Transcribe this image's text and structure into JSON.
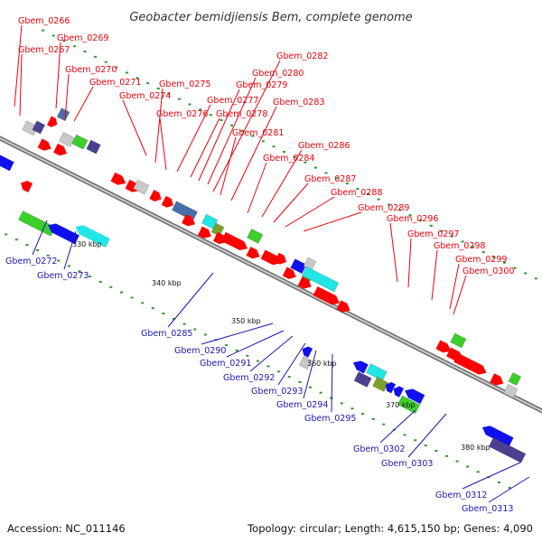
{
  "title": "Geobacter bemidjiensis Bem, complete genome",
  "footer": {
    "accession": "Accession: NC_011146",
    "topology": "Topology: circular; Length: 4,615,150 bp; Genes: 4,090"
  },
  "colors": {
    "forward_label": "#e8000b",
    "reverse_label": "#1a16b0",
    "backbone": "#8c8c8c",
    "ticks": "#2a9a2a",
    "feature_red": "#ff0000",
    "feature_blue": "#1010ee",
    "feature_green": "#3ccf2c",
    "feature_cyan": "#22e6e6",
    "feature_slate": "#4a6fa8",
    "feature_purple": "#4b3f8f",
    "feature_olive": "#7fa028",
    "feature_gray": "#c8c8c8",
    "feature_orange": "#ff9900"
  },
  "scale_ticks": [
    "330 kbp",
    "340 kbp",
    "350 kbp",
    "360 kbp",
    "370 kbp",
    "380 kbp"
  ],
  "forward_genes": [
    "Gbem_0266",
    "Gbem_0267",
    "Gbem_0269",
    "Gbem_0270",
    "Gbem_0271",
    "Gbem_0274",
    "Gbem_0275",
    "Gbem_0276",
    "Gbem_0277",
    "Gbem_0278",
    "Gbem_0279",
    "Gbem_0280",
    "Gbem_0281",
    "Gbem_0282",
    "Gbem_0283",
    "Gbem_0284",
    "Gbem_0286",
    "Gbem_0287",
    "Gbem_0288",
    "Gbem_0289",
    "Gbem_0296",
    "Gbem_0297",
    "Gbem_0298",
    "Gbem_0299",
    "Gbem_0300"
  ],
  "reverse_genes": [
    "Gbem_0272",
    "Gbem_0273",
    "Gbem_0285",
    "Gbem_0290",
    "Gbem_0291",
    "Gbem_0292",
    "Gbem_0293",
    "Gbem_0294",
    "Gbem_0295",
    "Gbem_0302",
    "Gbem_0303",
    "Gbem_0312",
    "Gbem_0313"
  ]
}
